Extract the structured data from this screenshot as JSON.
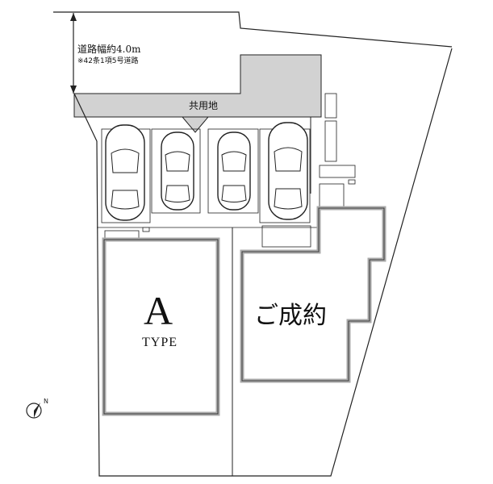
{
  "road": {
    "width_label": "道路幅約4.0m",
    "note": "※42条1項5号道路"
  },
  "shared_land": {
    "label": "共用地"
  },
  "lot_a": {
    "letter": "A",
    "type_word": "TYPE"
  },
  "lot_b": {
    "status_label": "ご成約"
  },
  "colors": {
    "line": "#222222",
    "fill_gray": "#d2d2d2",
    "wall_gray": "#a9a9a9",
    "compass_fill": "#222222"
  },
  "icons": [
    "north-compass-icon",
    "car-icon",
    "meter-icon"
  ]
}
